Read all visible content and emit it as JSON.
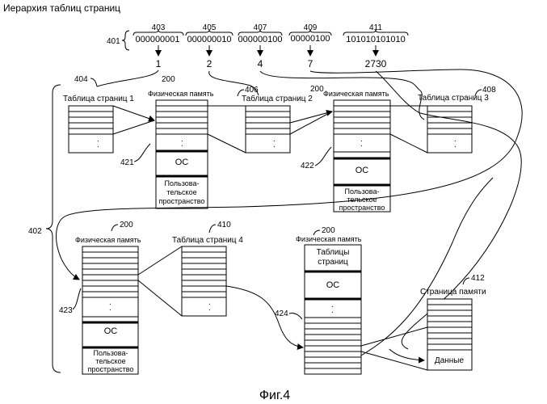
{
  "header": {
    "title": "Иерархия таблиц страниц"
  },
  "address": {
    "ref": "401",
    "fields": [
      {
        "ref": "403",
        "bits": "000000001",
        "value": "1"
      },
      {
        "ref": "405",
        "bits": "000000010",
        "value": "2"
      },
      {
        "ref": "407",
        "bits": "000000100",
        "value": "4"
      },
      {
        "ref": "409",
        "bits": "00000100",
        "value": "7"
      },
      {
        "ref": "411",
        "bits": "101010101010",
        "value": "2730"
      }
    ]
  },
  "refs": {
    "r404": "404",
    "r406": "406",
    "r408": "408",
    "r410": "410",
    "r412": "412",
    "r402": "402",
    "r421": "421",
    "r422": "422",
    "r423": "423",
    "r424": "424",
    "pm1": "200",
    "pm2": "200",
    "pm3": "200",
    "pm4": "200"
  },
  "labels": {
    "pt1": "Таблица страниц 1",
    "pt2": "Таблица страниц 2",
    "pt3": "Таблица страниц 3",
    "pt4": "Таблица страниц 4",
    "pm": "Физическая память",
    "os": "ОС",
    "user1": "Пользова-",
    "user2": "тельское",
    "user3": "пространство",
    "ptables1": "Таблицы",
    "ptables2": "страниц",
    "mempage": "Страница памяти",
    "data": "Данные",
    "dots": ".",
    "caption": "Фиг.4"
  }
}
